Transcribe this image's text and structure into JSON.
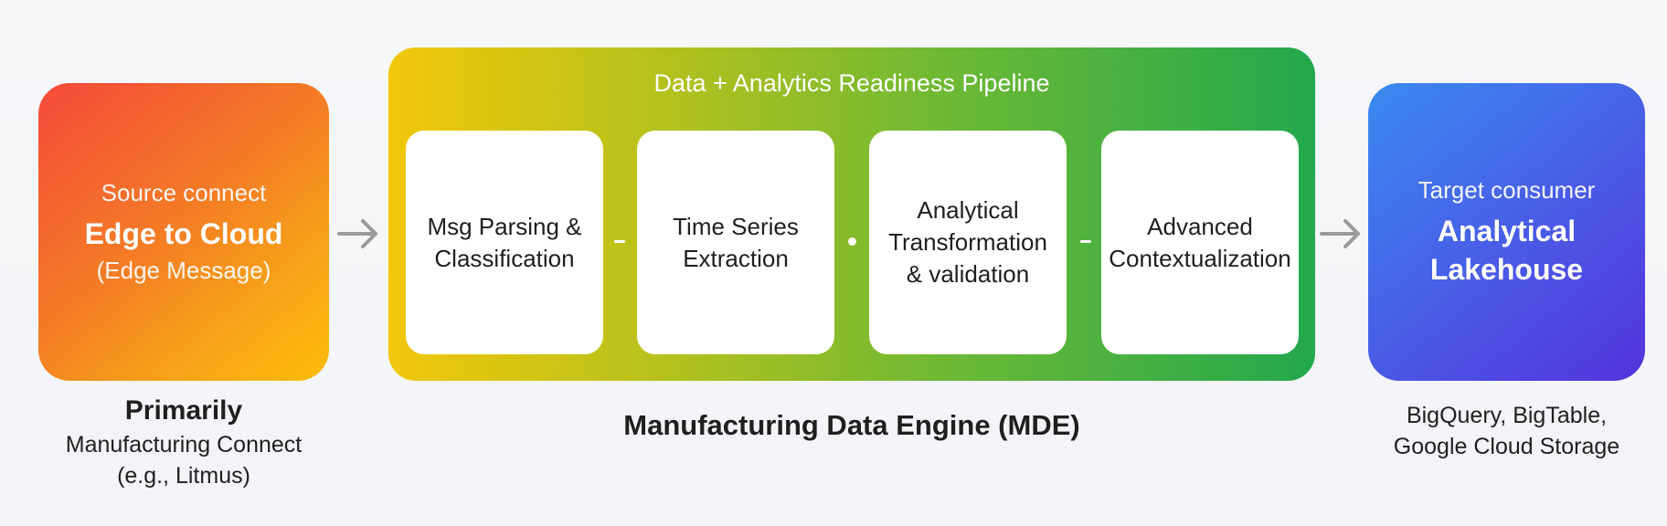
{
  "source": {
    "caption": "Source connect",
    "title": "Edge to Cloud",
    "subtitle": "(Edge Message)",
    "below_lead": "Primarily",
    "below_rest": "Manufacturing Connect\n(e.g., Litmus)",
    "gradient_colors": [
      "#f4493a",
      "#f47a26",
      "#fbbd0a"
    ]
  },
  "pipeline": {
    "title": "Data + Analytics Readiness Pipeline",
    "stages": [
      {
        "label": "Msg Parsing &\nClassification"
      },
      {
        "label": "Time Series\nExtraction"
      },
      {
        "label": "Analytical\nTransformation\n& validation"
      },
      {
        "label": "Advanced\nContextualization"
      }
    ],
    "connectors": [
      "dash-icon",
      "dot-icon",
      "dash-icon"
    ],
    "engine_label": "Manufacturing Data Engine (MDE)",
    "gradient_colors": [
      "#f2c70a",
      "#6eb934",
      "#22a84e"
    ]
  },
  "target": {
    "caption": "Target consumer",
    "title": "Analytical\nLakehouse",
    "below": "BigQuery, BigTable,\nGoogle Cloud Storage",
    "gradient_colors": [
      "#3a8af0",
      "#4a5ae6",
      "#5433dc"
    ]
  },
  "arrows": {
    "icon": "arrow-right-icon",
    "color": "#9a9a9a"
  }
}
